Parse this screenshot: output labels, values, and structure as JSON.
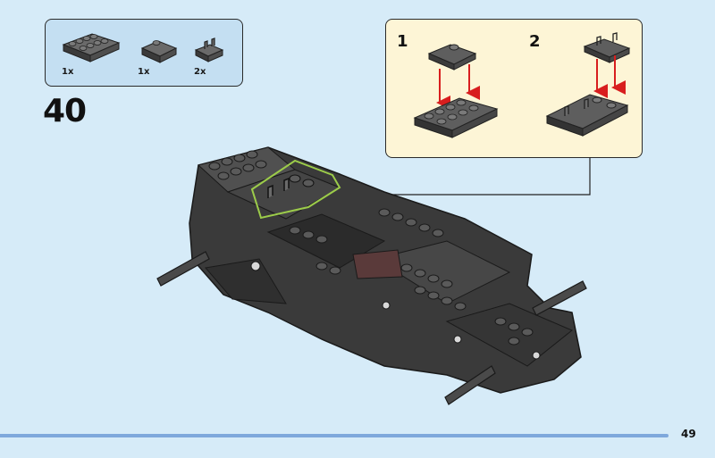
{
  "step": {
    "number": "40"
  },
  "parts": [
    {
      "name": "plate-2x4",
      "quantity": "1x"
    },
    {
      "name": "slope-plate-2x2",
      "quantity": "1x"
    },
    {
      "name": "clip-plate-1x1",
      "quantity": "2x"
    }
  ],
  "substeps": [
    {
      "number": "1"
    },
    {
      "number": "2"
    }
  ],
  "page": {
    "number": "49"
  },
  "colors": {
    "background": "#d6ebf8",
    "parts_box": "#c4dff2",
    "callout_box": "#fdf5d6",
    "brick_dark": "#4a4a4a",
    "brick_black": "#2b2b2b",
    "arrow_red": "#d81e1e",
    "highlight_green": "#9ccc4a",
    "footer_bar": "#7fa8dc"
  }
}
